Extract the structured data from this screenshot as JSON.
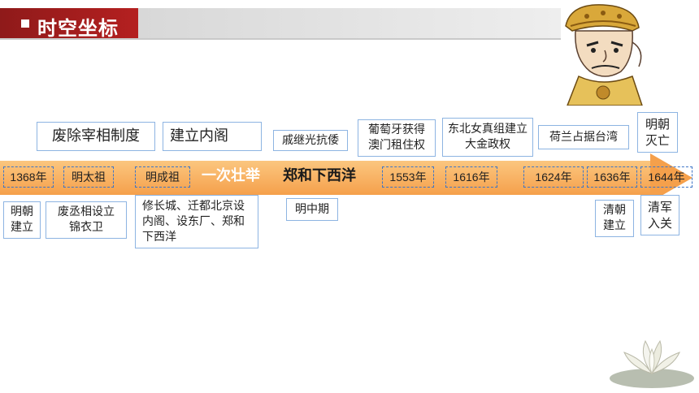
{
  "header": {
    "title": "时空坐标"
  },
  "top_boxes": {
    "abolish": "废除宰相制度",
    "cabinet": "建立内阁",
    "qi": "戚继光抗倭",
    "portugal": "葡萄牙获得澳门租住权",
    "jin": "东北女真组建立大金政权",
    "taiwan": "荷兰占据台湾",
    "ming_fall": "明朝灭亡"
  },
  "timeline": {
    "y1368": "1368年",
    "taizu": "明太祖",
    "chengzu": "明成祖",
    "feat": "一次壮举",
    "zheng_he": "郑和下西洋",
    "y1553": "1553年",
    "y1616": "1616年",
    "y1624": "1624年",
    "y1636": "1636年",
    "y1644": "1644年"
  },
  "bottom_boxes": {
    "ming_found": "明朝建立",
    "jinyiwei": "废丞相设立锦衣卫",
    "chengzu_deeds": "修长城、迁都北京设内阁、设东厂、郑和下西洋",
    "mid_ming": "明中期",
    "qing_found": "清朝建立",
    "qing_enter": "清军入关"
  },
  "colors": {
    "header_red": "#b42020",
    "arrow": "#f5a04b",
    "box_border": "#8db4e2",
    "dash": "#3d75c7",
    "white_text": "#ffffff"
  }
}
